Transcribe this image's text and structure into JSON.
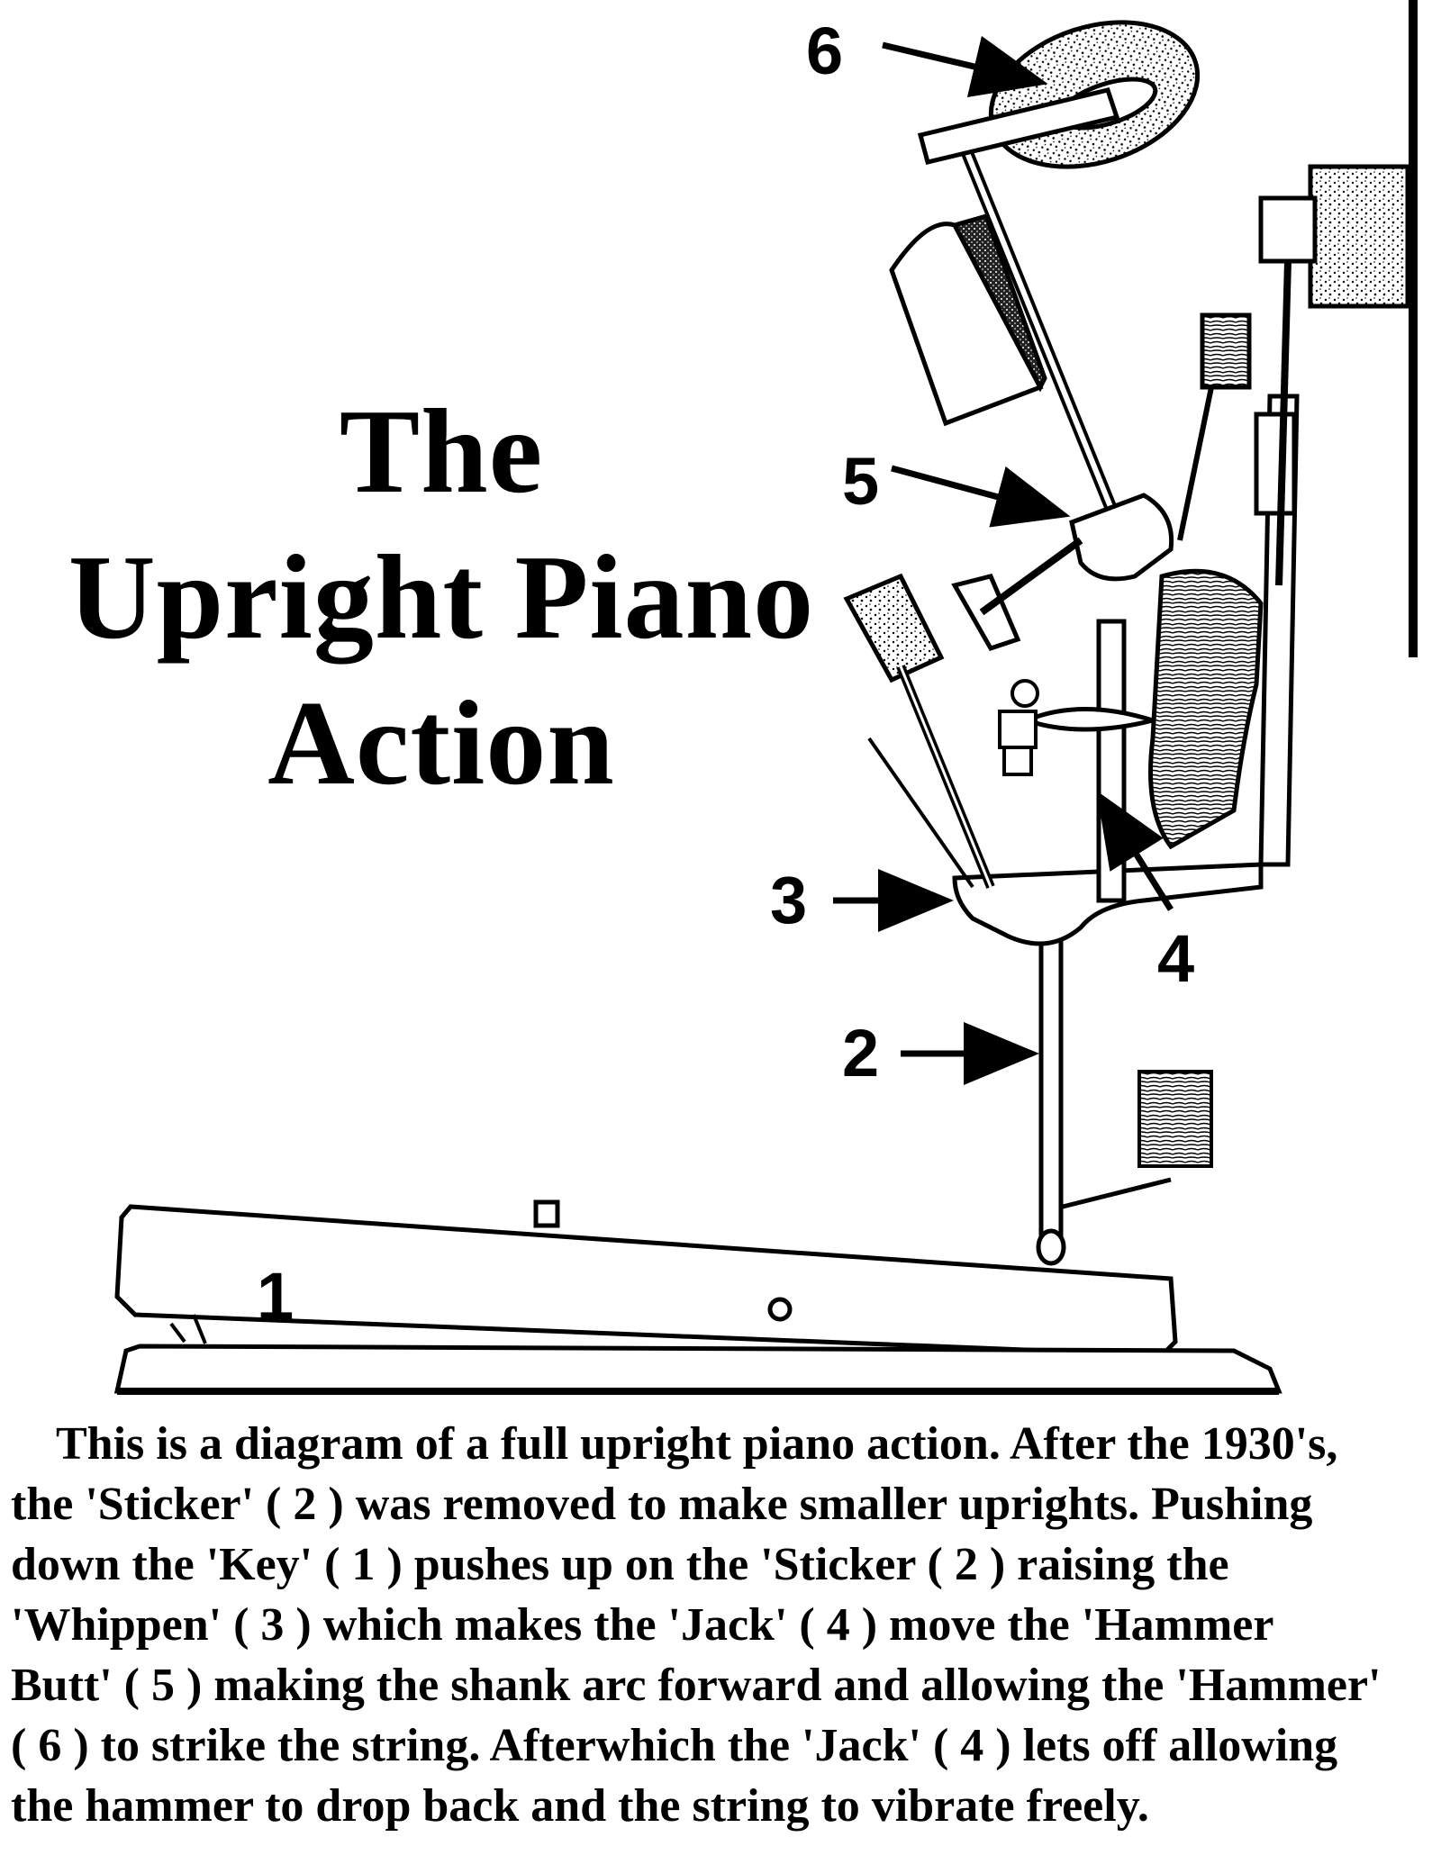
{
  "title": {
    "line1": "The",
    "line2": "Upright Piano",
    "line3": "Action"
  },
  "labels": {
    "key": "1",
    "sticker": "2",
    "whippen": "3",
    "jack": "4",
    "hammer_butt": "5",
    "hammer": "6"
  },
  "caption": {
    "line1": "This is a diagram of a full upright piano action. After the 1930's,",
    "line2": "the 'Sticker' ( 2 ) was removed to make smaller uprights. Pushing",
    "line3": "down the 'Key' ( 1 ) pushes up on the 'Sticker ( 2 ) raising the",
    "line4": "'Whippen' ( 3 ) which makes the 'Jack' ( 4 ) move the 'Hammer",
    "line5": "Butt' ( 5 ) making the shank arc forward and allowing the 'Hammer'",
    "line6": "( 6 ) to strike the string. Afterwhich the 'Jack' ( 4 ) lets off allowing",
    "line7": "the hammer to drop back and the string to vibrate freely."
  }
}
